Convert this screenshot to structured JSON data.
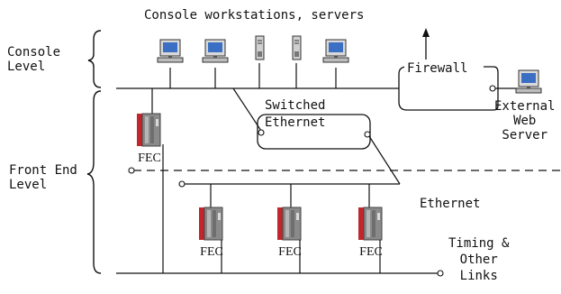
{
  "diagram": {
    "title": "Console workstations, servers",
    "levels": {
      "console": [
        "Console",
        "Level"
      ],
      "front_end": [
        "Front End",
        "Level"
      ]
    },
    "nodes": {
      "firewall": "Firewall",
      "switched_ethernet": [
        "Switched",
        "Ethernet"
      ],
      "external_server": [
        "External",
        "Web",
        "Server"
      ],
      "ethernet": "Ethernet",
      "timing": [
        "Timing &",
        "Other",
        "Links"
      ],
      "fec_left": "FEC",
      "fec_1": "FEC",
      "fec_2": "FEC",
      "fec_3": "FEC"
    },
    "icons": {
      "workstation": "desktop-computer-icon",
      "server": "tower-server-icon",
      "fec": "fec-crate-icon"
    },
    "colors": {
      "line": "#111111",
      "fec_body": "#8a8a8a",
      "fec_accent": "#c0262a",
      "screen": "#3a6fc4"
    }
  }
}
